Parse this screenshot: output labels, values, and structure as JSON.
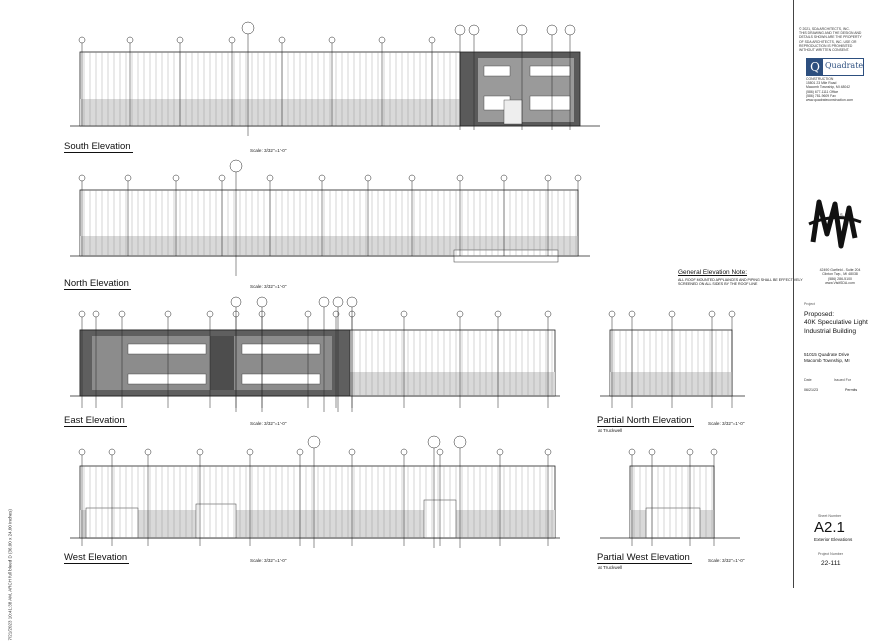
{
  "sidebar_stamp": "7/21/2023 10:41:38 AM, ARCH full bleed D (36.00 x 24.00 Inches)",
  "elevations": [
    {
      "id": "south",
      "title": "South Elevation",
      "subtitle": "",
      "scale": "Scale: 3/32\"=1'-0\""
    },
    {
      "id": "north",
      "title": "North Elevation",
      "subtitle": "",
      "scale": "Scale: 3/32\"=1'-0\""
    },
    {
      "id": "east",
      "title": "East Elevation",
      "subtitle": "",
      "scale": "Scale: 3/32\"=1'-0\""
    },
    {
      "id": "partial-north",
      "title": "Partial North Elevation",
      "subtitle": "at Truckwell",
      "scale": "Scale: 3/32\"=1'-0\""
    },
    {
      "id": "west",
      "title": "West Elevation",
      "subtitle": "",
      "scale": "Scale: 3/32\"=1'-0\""
    },
    {
      "id": "partial-west",
      "title": "Partial West Elevation",
      "subtitle": "at Truckwell",
      "scale": "Scale: 3/32\"=1'-0\""
    }
  ],
  "general_note": {
    "title": "General Elevation Note:",
    "body": "ALL ROOF MOUNTED APPLIANCES AND PIPING SHALL BE EFFECTIVELY SCREENED ON ALL SIDES BY THE ROOF LINE"
  },
  "title_block": {
    "copyright_line": "© 2021, SDA ARCHITECTS, INC.",
    "copyright_body": "THIS DRAWING AND THE DESIGN AND DETAILS SHOWN ARE THE PROPERTY OF SDA ARCHITECTS, INC. USE OR REPRODUCTION IS PROHIBITED WITHOUT WRITTEN CONSENT.",
    "contractor_name": "Quadrate",
    "contractor_sub": "CONSTRUCTION",
    "contractor_address": [
      "15801 23 Mile Road",
      "Macomb Township, MI 48042",
      "(586) 677-1111 Office",
      "(586) 781-9609 Fax",
      "www.quadrateconstruction.com"
    ],
    "architect_suffix": "S, INC.",
    "architect_address": [
      "42490 Garfield - Suite 204",
      "Clinton Twp., MI 48038",
      "(586) 286-5100",
      "www.VisitSDA.com"
    ],
    "project_label": "Project",
    "project_prefix": "Proposed:",
    "project_name": "40K Speculative Light Industrial Building",
    "project_address": [
      "51015 Quadrate Drive",
      "Macomb Township, MI"
    ],
    "issue_headers": [
      "Date",
      "Issued For"
    ],
    "issue_rows": [
      [
        "06/21/23",
        "Permits"
      ]
    ],
    "sheet_label": "Sheet Number",
    "sheet_number": "A2.1",
    "sheet_name": "Exterior Elevations",
    "project_number_label": "Project Number",
    "project_number": "22-111"
  }
}
